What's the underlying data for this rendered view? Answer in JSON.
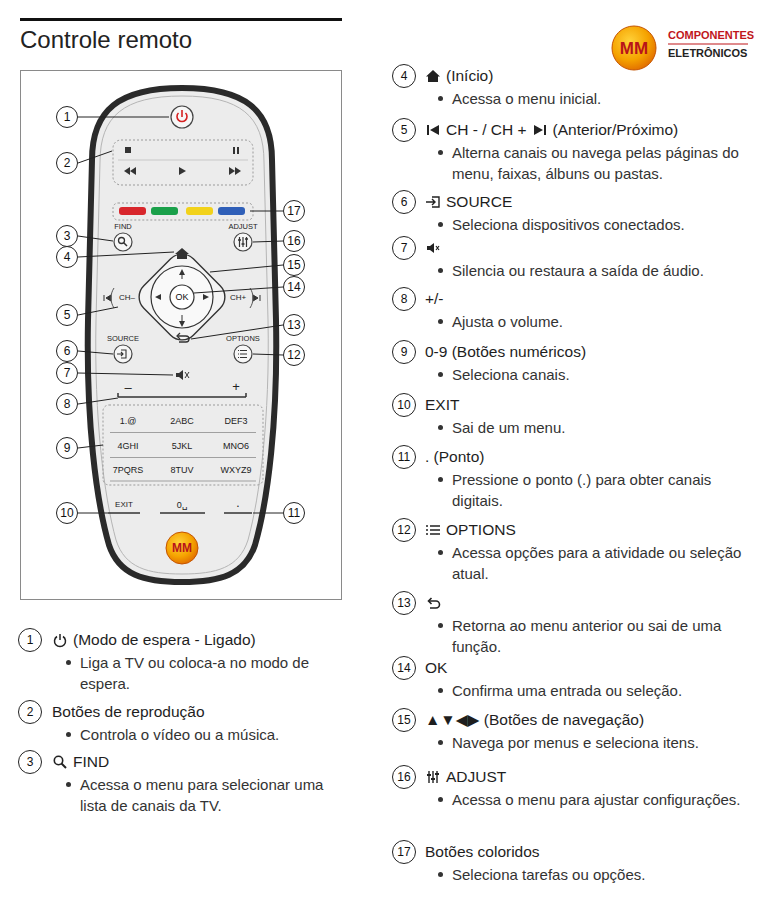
{
  "diagram": {
    "title": "Controle remoto",
    "nodes": [
      {
        "text": [
          "1"
        ]
      },
      {
        "text": [
          "2"
        ]
      },
      {
        "text": [
          "3"
        ]
      },
      {
        "text": [
          "4"
        ]
      },
      {
        "text": [
          "5"
        ]
      },
      {
        "text": [
          "6"
        ]
      },
      {
        "text": [
          "7"
        ]
      },
      {
        "text": [
          "8"
        ]
      },
      {
        "text": [
          "9"
        ]
      },
      {
        "text": [
          "10"
        ]
      },
      {
        "text": [
          "11"
        ]
      },
      {
        "text": [
          "12"
        ]
      },
      {
        "text": [
          "13"
        ]
      },
      {
        "text": [
          "14"
        ]
      },
      {
        "text": [
          "15"
        ]
      },
      {
        "text": [
          "16"
        ]
      },
      {
        "text": [
          "17"
        ]
      },
      {
        "text": [
          "1"
        ]
      },
      {
        "text": [
          "2"
        ]
      },
      {
        "text": [
          "3"
        ]
      },
      {
        "text": [
          "4"
        ]
      },
      {
        "text": [
          "5"
        ]
      },
      {
        "text": [
          "6"
        ]
      },
      {
        "text": [
          "7"
        ]
      },
      {
        "text": [
          "8"
        ]
      },
      {
        "text": [
          "9"
        ]
      },
      {
        "text": [
          "10"
        ]
      },
      {
        "text": [
          "11"
        ]
      },
      {
        "text": [
          "12"
        ]
      },
      {
        "text": [
          "13"
        ]
      },
      {
        "text": [
          "14"
        ]
      },
      {
        "text": [
          "15"
        ]
      },
      {
        "text": [
          "16"
        ]
      },
      {
        "text": [
          "17"
        ]
      }
    ],
    "labels": [
      "COMPONENTES",
      "ELETRÔNICOS",
      "MM",
      "FIND",
      "ADJUST",
      "CH–",
      "OK",
      "CH+",
      "SOURCE",
      "OPTIONS",
      "–",
      "+",
      "1.@",
      "2ABC",
      "DEF3",
      "4GHI",
      "5JKL",
      "MNO6",
      "7PQRS",
      "8TUV",
      "WXYZ9",
      "EXIT",
      "0␣",
      ".",
      "MM",
      "(Modo de espera - Ligado)",
      "Liga a TV ou coloca-a no modo de espera.",
      "Botões de reprodução",
      "Controla o vídeo ou a música.",
      "FIND",
      "Acessa o menu para selecionar uma lista de canais da TV.",
      "(Início)",
      "Acessa o menu inicial.",
      "CH - / CH +",
      "(Anterior/Próximo)",
      "Alterna canais ou navega pelas páginas do menu, faixas, álbuns ou pastas.",
      "SOURCE",
      "Seleciona dispositivos conectados.",
      "Silencia ou restaura a saída de áudio.",
      "+/-",
      "Ajusta o volume.",
      "0-9 (Botões numéricos)",
      "Seleciona canais.",
      "EXIT",
      "Sai de um menu.",
      ". (Ponto)",
      "Pressione o ponto (.) para obter canais digitais.",
      "OPTIONS",
      "Acessa opções para a atividade ou seleção atual.",
      "Retorna ao menu anterior ou sai de uma função.",
      "OK",
      "Confirma uma entrada ou seleção.",
      "▲▼◀▶ (Botões de navegação)",
      "Navega por menus e seleciona itens.",
      "ADJUST",
      "Acessa o menu para ajustar configurações.",
      "Botões coloridos",
      "Seleciona tarefas ou opções."
    ]
  }
}
